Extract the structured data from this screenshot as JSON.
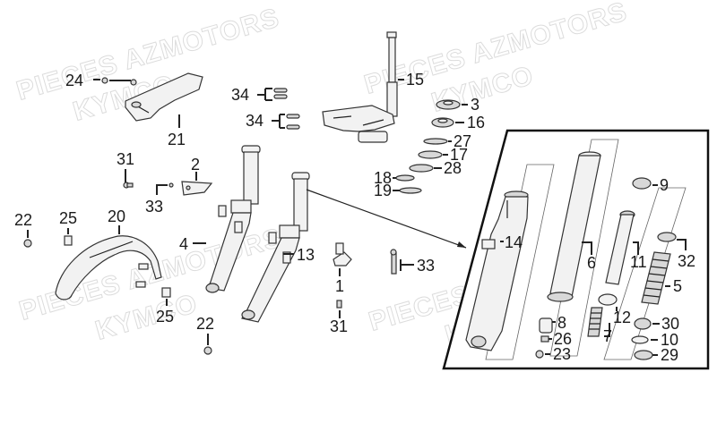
{
  "watermark": {
    "line1": "PIECES AZMOTORS",
    "line2": "KYMCO"
  },
  "callouts": {
    "c24": "24",
    "c21": "21",
    "c34a": "34",
    "c34b": "34",
    "c15": "15",
    "c3": "3",
    "c16": "16",
    "c27": "27",
    "c17": "17",
    "c28": "28",
    "c18": "18",
    "c19": "19",
    "c31a": "31",
    "c2": "2",
    "c33a": "33",
    "c22a": "22",
    "c25a": "25",
    "c20": "20",
    "c4": "4",
    "c13": "13",
    "c33b": "33",
    "c1": "1",
    "c31b": "31",
    "c22b": "22",
    "c25b": "25",
    "c9": "9",
    "c14": "14",
    "c6": "6",
    "c11": "11",
    "c32": "32",
    "c5": "5",
    "c12": "12",
    "c8": "8",
    "c30": "30",
    "c26": "26",
    "c7": "7",
    "c10": "10",
    "c23": "23",
    "c29": "29"
  }
}
